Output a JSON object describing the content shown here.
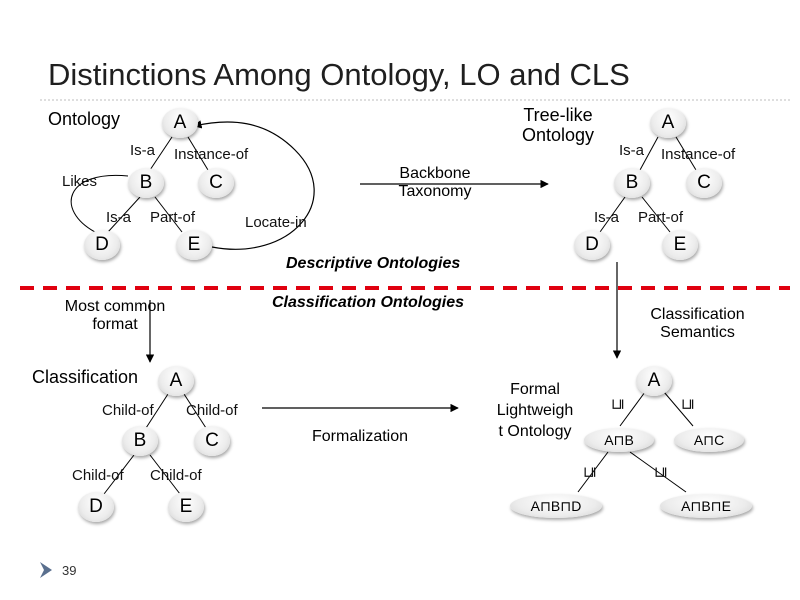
{
  "title": "Distinctions Among Ontology, LO and CLS",
  "page_number": "39",
  "ontology": {
    "header": "Ontology",
    "nodes": {
      "a": "A",
      "b": "B",
      "c": "C",
      "d": "D",
      "e": "E"
    },
    "edges": {
      "is_a_1": "Is-a",
      "instance_of": "Instance-of",
      "likes": "Likes",
      "is_a_2": "Is-a",
      "part_of": "Part-of",
      "locate_in": "Locate-in"
    }
  },
  "backbone_taxonomy": "Backbone\nTaxonomy",
  "tree_like": {
    "header": "Tree-like\nOntology",
    "nodes": {
      "a": "A",
      "b": "B",
      "c": "C",
      "d": "D",
      "e": "E"
    },
    "edges": {
      "is_a_1": "Is-a",
      "instance_of": "Instance-of",
      "is_a_2": "Is-a",
      "part_of": "Part-of"
    }
  },
  "descriptive_ontologies": "Descriptive Ontologies",
  "classification_ontologies": "Classification Ontologies",
  "most_common_format": "Most common\nformat",
  "classification_semantics": "Classification\nSemantics",
  "classification": {
    "header": "Classification",
    "nodes": {
      "a": "A",
      "b": "B",
      "c": "C",
      "d": "D",
      "e": "E"
    },
    "edges": {
      "child_of_1": "Child-of",
      "child_of_2": "Child-of",
      "child_of_3": "Child-of",
      "child_of_4": "Child-of"
    }
  },
  "formalization": "Formalization",
  "formal_lightweight": "Formal\nLightweigh\nt Ontology",
  "lightweight": {
    "nodes": {
      "a": "A",
      "ab": "A⊓B",
      "ac": "A⊓C",
      "abd": "A⊓B⊓D",
      "abe": "A⊓B⊓E"
    },
    "edges": {
      "sub1": "⊑",
      "sub2": "⊑",
      "sub3": "⊑",
      "sub4": "⊑"
    }
  },
  "colors": {
    "divider": "#e0000f",
    "rule": "#bdbdbd",
    "bullet": "#5a6f8e"
  }
}
